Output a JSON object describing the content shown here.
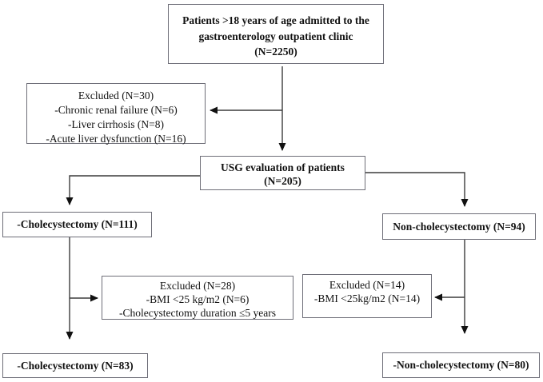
{
  "diagram": {
    "title": "Patient selection flowchart",
    "boxes": {
      "admitted": {
        "lines": [
          "Patients >18 years of age admitted to the",
          "gastroenterology outpatient clinic",
          "(N=2250)"
        ]
      },
      "excluded_initial": {
        "lines": [
          "Excluded (N=30)",
          "-Chronic renal failure (N=6)",
          "-Liver cirrhosis (N=8)",
          "-Acute liver dysfunction (N=16)"
        ]
      },
      "usg": {
        "lines": [
          "USG evaluation of patients",
          "(N=205)"
        ]
      },
      "cholecystectomy_initial": {
        "lines": [
          "-Cholecystectomy (N=111)"
        ]
      },
      "non_cholecystectomy_initial": {
        "lines": [
          "Non-cholecystectomy (N=94)"
        ]
      },
      "excluded_cholecystectomy": {
        "lines": [
          "Excluded (N=28)",
          "-BMI <25 kg/m2 (N=6)",
          "-Cholecystectomy duration ≤5 years"
        ]
      },
      "excluded_non_cholecystectomy": {
        "lines": [
          "Excluded (N=14)",
          "-BMI <25kg/m2 (N=14)"
        ]
      },
      "cholecystectomy_final": {
        "lines": [
          "-Cholecystectomy (N=83)"
        ]
      },
      "non_cholecystectomy_final": {
        "lines": [
          "-Non-cholecystectomy (N=80)"
        ]
      }
    },
    "colors": {
      "box_border": "#6e6e78",
      "arrow": "#2e2e2e",
      "arrowhead": "#111111",
      "text": "#121212",
      "background": "#ffffff"
    }
  }
}
